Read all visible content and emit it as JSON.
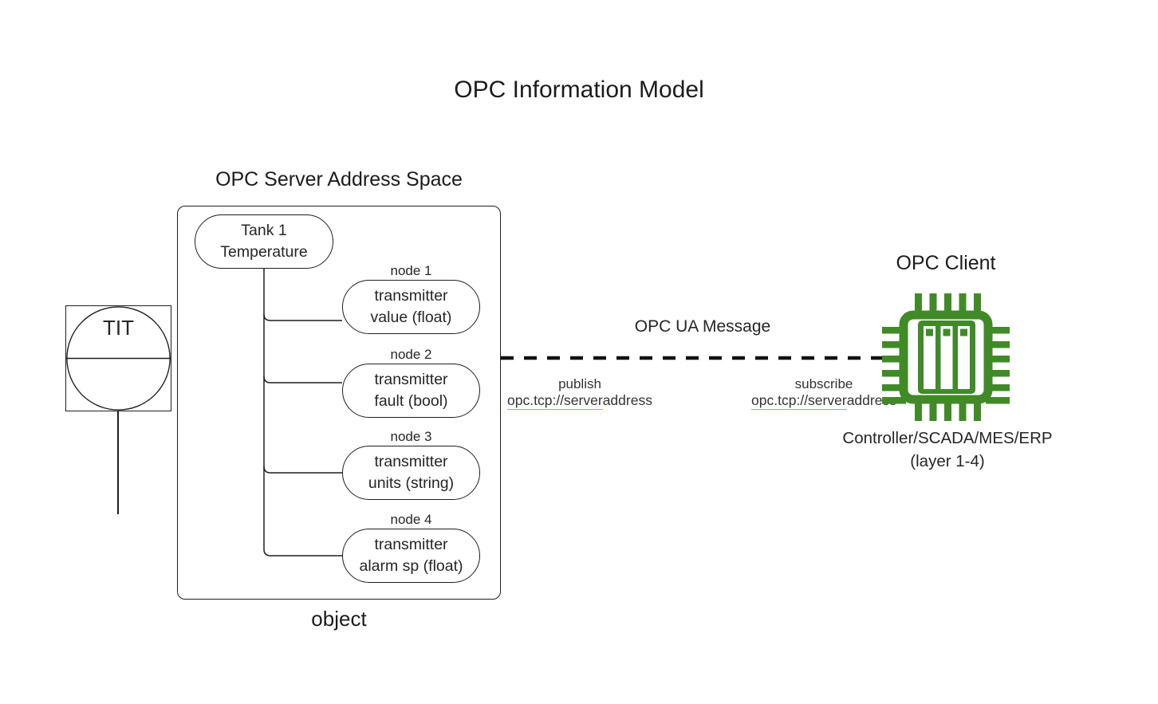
{
  "title": "OPC Information Model",
  "server": {
    "heading": "OPC Server Address Space",
    "caption": "object",
    "root": {
      "line1": "Tank 1",
      "line2": "Temperature"
    },
    "nodes": [
      {
        "label": "node 1",
        "line1": "transmitter",
        "line2": "value (float)"
      },
      {
        "label": "node 2",
        "line1": "transmitter",
        "line2": "fault (bool)"
      },
      {
        "label": "node 3",
        "line1": "transmitter",
        "line2": "units (string)"
      },
      {
        "label": "node 4",
        "line1": "transmitter",
        "line2": "alarm sp (float)"
      }
    ]
  },
  "instrument": {
    "tag": "TIT"
  },
  "message": {
    "label": "OPC UA Message",
    "publish": {
      "action": "publish",
      "address_link": "opc.tcp://server",
      "address_rest": "address"
    },
    "subscribe": {
      "action": "subscribe",
      "address_link": "opc.tcp://server",
      "address_rest": "address"
    }
  },
  "client": {
    "heading": "OPC Client",
    "caption_line1": "Controller/SCADA/MES/ERP",
    "caption_line2": "(layer 1-4)"
  },
  "colors": {
    "accent_green": "#418a28",
    "line_black": "#1f1f1f",
    "link_underline": "#9a9af0"
  },
  "icons": {
    "chip": "microchip-icon",
    "instrument": "instrument-bubble-icon"
  }
}
